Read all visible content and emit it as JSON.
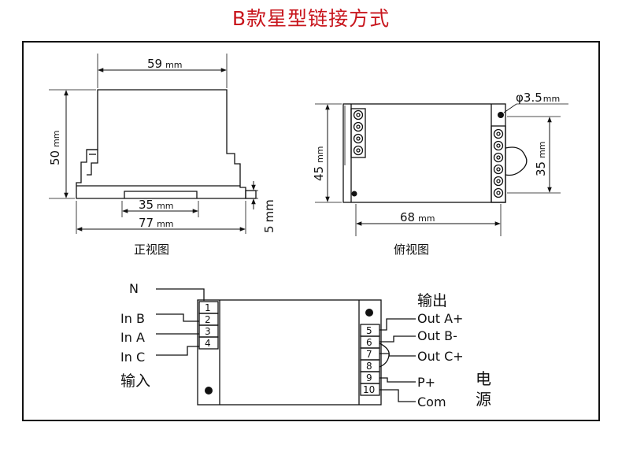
{
  "title": "B款星型链接方式",
  "front_view": {
    "caption": "正视图",
    "dim_top": {
      "value": "59",
      "unit": "mm"
    },
    "dim_height": {
      "value": "50",
      "unit": "mm"
    },
    "dim_rail": {
      "value": "35",
      "unit": "mm"
    },
    "dim_base": {
      "value": "77",
      "unit": "mm"
    },
    "dim_side": {
      "value": "5",
      "unit": "mm"
    }
  },
  "top_view": {
    "caption": "俯视图",
    "hole": "φ3.5",
    "hole_unit": "mm",
    "dim_height": {
      "value": "45",
      "unit": "mm"
    },
    "dim_pitch": {
      "value": "35",
      "unit": "mm"
    },
    "dim_width": {
      "value": "68",
      "unit": "mm"
    }
  },
  "wiring": {
    "left_labels": [
      "N",
      "In B",
      "In A",
      "In C"
    ],
    "input_label": "输入",
    "output_label": "输出",
    "right_labels": [
      "Out A+",
      "Out B-",
      "Out C+"
    ],
    "power_labels": [
      "P+",
      "Com"
    ],
    "power_label_1": "电",
    "power_label_2": "源",
    "left_terminals": [
      "1",
      "2",
      "3",
      "4"
    ],
    "right_terminals": [
      "5",
      "6",
      "7",
      "8",
      "9",
      "10"
    ]
  }
}
